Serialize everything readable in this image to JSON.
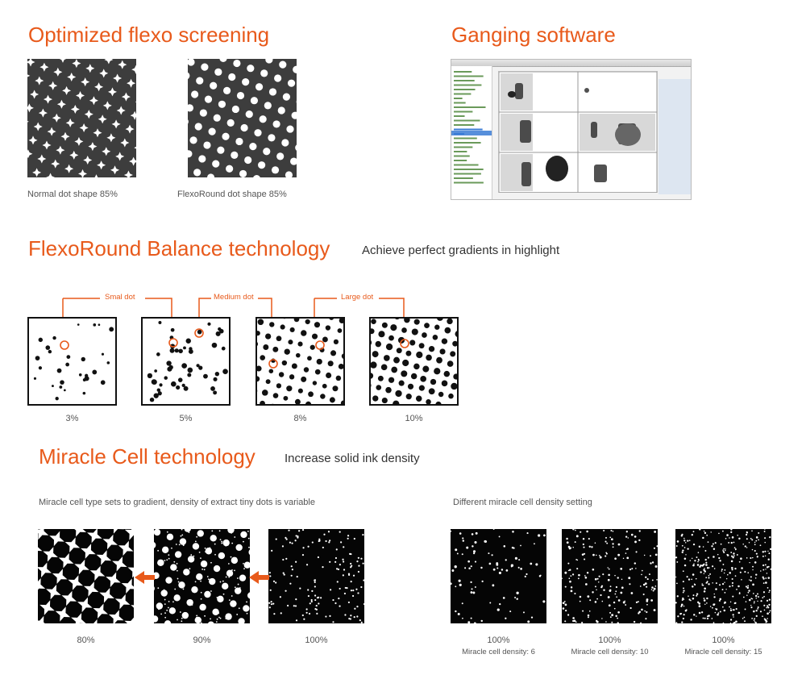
{
  "sections": {
    "flexo": {
      "title": "Optimized flexo screening",
      "captions": [
        "Normal dot shape 85%",
        "FlexoRound dot shape 85%"
      ]
    },
    "ganging": {
      "title": "Ganging software"
    },
    "balance": {
      "title": "FlexoRound Balance technology",
      "subtitle": "Achieve perfect gradients in highlight",
      "callouts": [
        "Smal dot",
        "Medium dot",
        "Large dot"
      ],
      "captions": [
        "3%",
        "5%",
        "8%",
        "10%"
      ]
    },
    "miracle": {
      "title": "Miracle Cell technology",
      "subtitle": "Increase solid ink density",
      "left_note": "Miracle cell type sets to gradient, density of extract tiny dots is variable",
      "right_note": "Different miracle cell density setting",
      "left_captions": [
        "80%",
        "90%",
        "100%"
      ],
      "right_captions": [
        "100%",
        "100%",
        "100%"
      ],
      "right_subcaptions": [
        "Miracle cell density: 6",
        "Miracle cell density: 10",
        "Miracle cell density: 15"
      ]
    }
  },
  "colors": {
    "accent": "#e85a1b",
    "swatch_gray": "#3d3d3d",
    "swatch_black": "#050505"
  }
}
